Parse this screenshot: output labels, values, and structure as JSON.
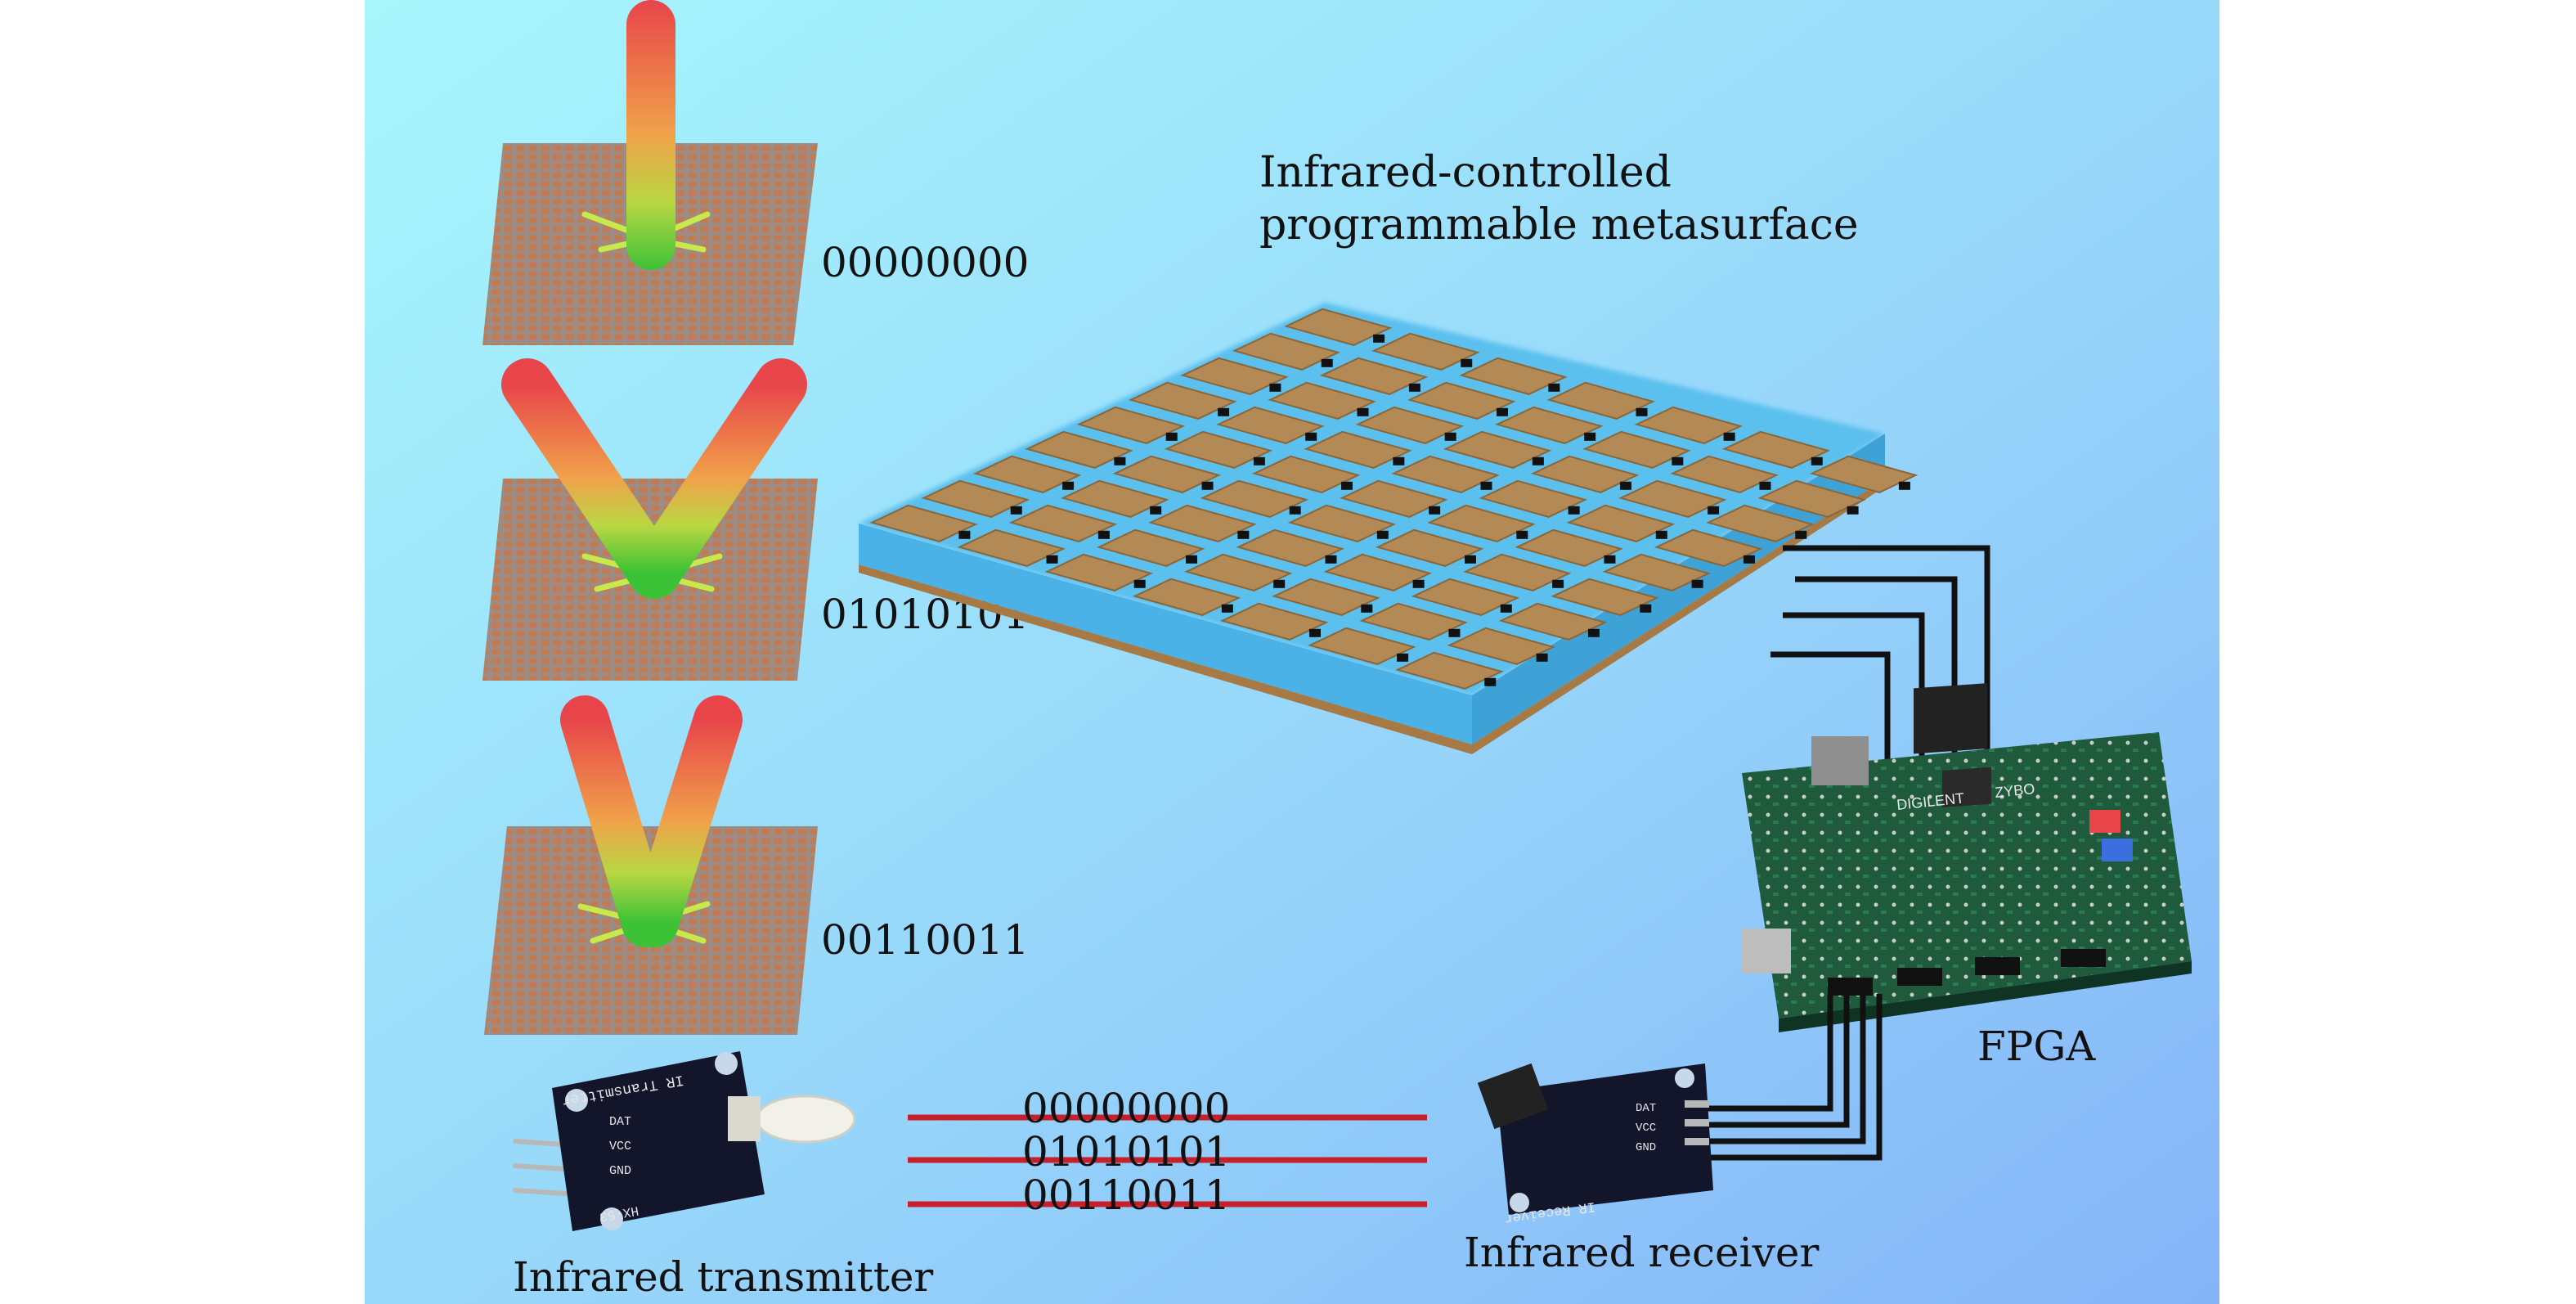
{
  "title_line1": "Infrared-controlled",
  "title_line2": "programmable metasurface",
  "codes": [
    "00000000",
    "01010101",
    "00110011"
  ],
  "labels": {
    "fpga": "FPGA",
    "transmitter": "Infrared transmitter",
    "receiver": "Infrared receiver"
  },
  "transmitter_board": {
    "silk_title": "IR Transmitter",
    "pins": [
      "DAT",
      "VCC",
      "GND"
    ],
    "model": "HX-53"
  },
  "receiver_board": {
    "silk_title": "IR Receiver",
    "pins": [
      "DAT",
      "VCC",
      "GND"
    ]
  },
  "fpga_board": {
    "brand": "DIGILENT",
    "name": "ZYBO"
  },
  "colors": {
    "background_top": "#a6f4fb",
    "background_bottom": "#86b8f8",
    "beam_red": "#e8454a",
    "beam_green": "#3cc236",
    "metal_patch": "#b38a55",
    "substrate": "#4bb6ea",
    "ir_line": "#c8202a",
    "wire": "#111111",
    "pcb": "#1f5a3c",
    "module": "#13152b"
  }
}
